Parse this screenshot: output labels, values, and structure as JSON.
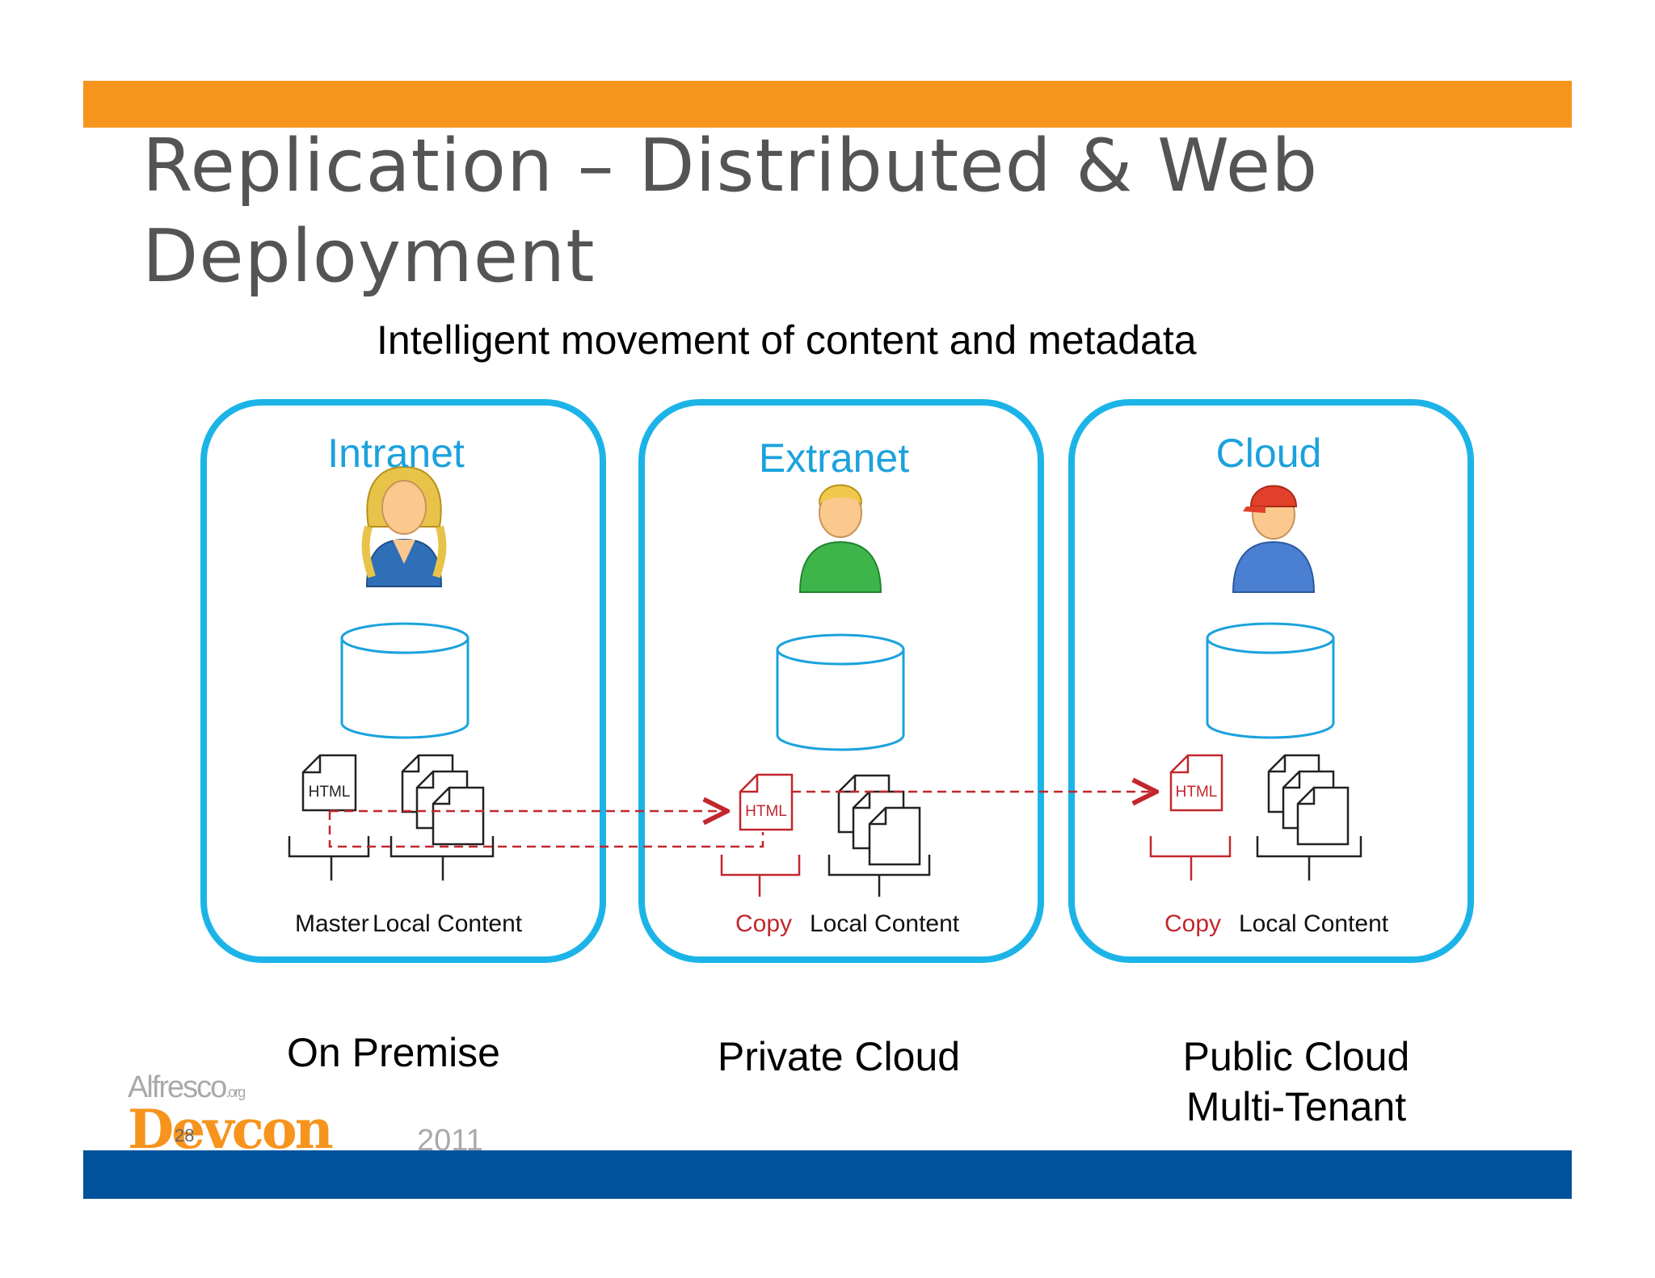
{
  "slide": {
    "title": "Replication – Distributed & Web Deployment",
    "subtitle": "Intelligent movement of content and metadata",
    "page_number": "28"
  },
  "zones": [
    {
      "title": "Intranet",
      "left_label": "Master",
      "right_label": "Local Content",
      "file_label": "HTML"
    },
    {
      "title": "Extranet",
      "left_label": "Copy",
      "right_label": "Local Content",
      "file_label": "HTML"
    },
    {
      "title": "Cloud",
      "left_label": "Copy",
      "right_label": "Local Content",
      "file_label": "HTML"
    }
  ],
  "deployments": {
    "on_premise": "On Premise",
    "private_cloud": "Private Cloud",
    "public_cloud_line1": "Public Cloud",
    "public_cloud_line2": "Multi-Tenant"
  },
  "logo": {
    "brand": "Alfresco",
    "suffix": ".org",
    "event": "Devcon",
    "year": "2011"
  },
  "colors": {
    "header_bar": "#f7941d",
    "footer_bar": "#00539b",
    "zone_border": "#1cb4e8",
    "zone_title": "#1ba2dd",
    "replication_arrow": "#c1272d",
    "logo_orange": "#f7941d",
    "logo_grey": "#a7a9ac"
  },
  "icons": [
    "female-user-icon",
    "male-user-icon",
    "user-with-cap-icon",
    "database-icon",
    "html-file-icon",
    "documents-stack-icon"
  ]
}
